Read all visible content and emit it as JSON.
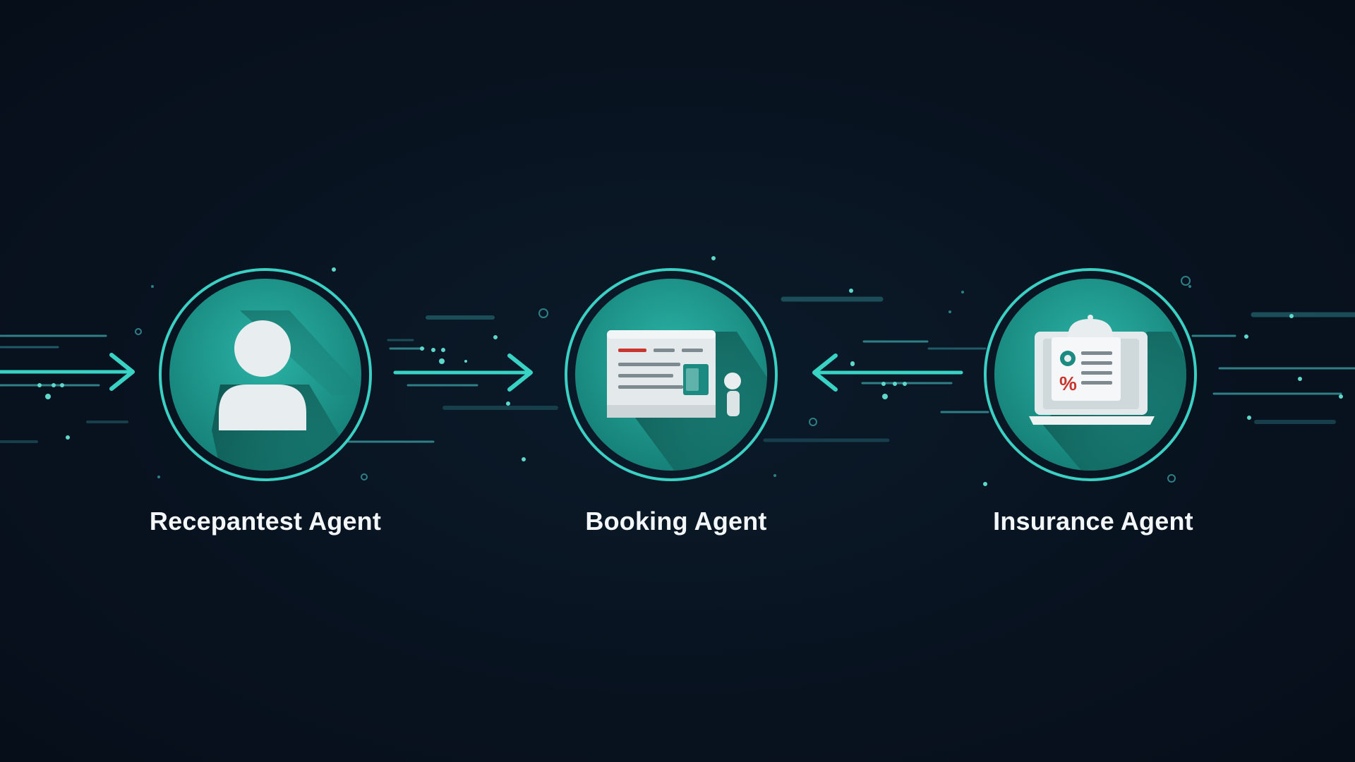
{
  "diagram": {
    "agents": [
      {
        "label": "Recepantest Agent",
        "icon": "person-icon"
      },
      {
        "label": "Booking Agent",
        "icon": "booking-browser-icon"
      },
      {
        "label": "Insurance Agent",
        "icon": "insurance-laptop-icon"
      }
    ],
    "arrows": [
      {
        "from": "left-edge",
        "to": "Recepantest Agent",
        "direction": "right"
      },
      {
        "from": "Recepantest Agent",
        "to": "Booking Agent",
        "direction": "right"
      },
      {
        "from": "Insurance Agent",
        "to": "Booking Agent",
        "direction": "left"
      }
    ]
  },
  "colors": {
    "background": "#08121f",
    "circle_fill": "#1e958c",
    "circle_ring": "#3ad0c4",
    "arrow": "#38d3c4",
    "accent_red": "#c9362f",
    "label_text": "#f4f7f9"
  }
}
